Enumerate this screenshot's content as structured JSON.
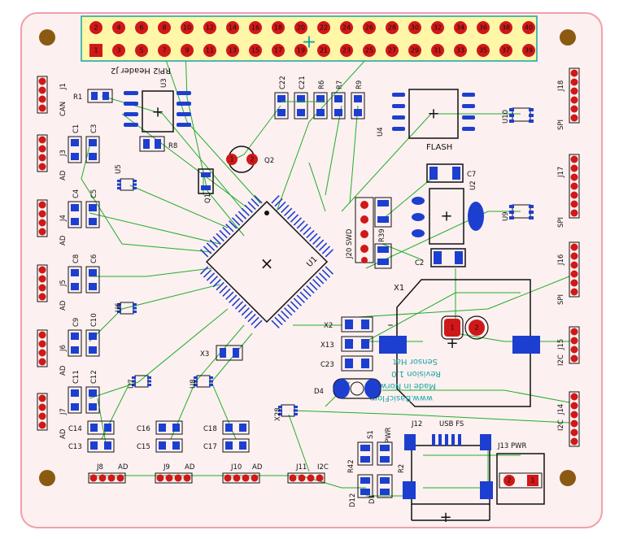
{
  "colors": {
    "board_fill": "#fdf0f0",
    "board_edge": "#f0a0a8",
    "header_fill": "#fff6a8",
    "header_edge": "#13a5a5",
    "pad_red": "#d01818",
    "pad_blue": "#1d3fcf",
    "pad_dark": "#222222",
    "hole": "#8a5a12",
    "trace": "#1fae2a",
    "silk": "#111111",
    "cyan_text": "#1aa6a6"
  },
  "header": {
    "label": "RPi2 Header  J2",
    "top_pins": [
      "2",
      "4",
      "6",
      "8",
      "10",
      "12",
      "14",
      "16",
      "18",
      "20",
      "22",
      "24",
      "26",
      "28",
      "30",
      "32",
      "34",
      "36",
      "38",
      "40"
    ],
    "bottom_pins": [
      "1",
      "3",
      "5",
      "7",
      "9",
      "11",
      "13",
      "15",
      "17",
      "19",
      "21",
      "23",
      "25",
      "27",
      "29",
      "31",
      "33",
      "35",
      "37",
      "39"
    ]
  },
  "labels": {
    "u3": "U3",
    "r8": "R8",
    "r1": "R1",
    "c22": "C22",
    "c21": "C21",
    "r6": "R6",
    "r7": "R7",
    "r9": "R9",
    "u4": "U4",
    "flash": "FLASH",
    "u10": "U10",
    "q2": "Q2",
    "c7": "C7",
    "u2": "U2",
    "c2": "C2",
    "u9": "U9",
    "u1": "U1",
    "q1": "Q1",
    "j20": "J20 SWD",
    "r39": "R39",
    "x1": "X1",
    "x2": "X2",
    "x13": "X13",
    "c23": "C23",
    "d4": "D4",
    "x3": "X3",
    "u5": "U5",
    "u6": "U6",
    "u7": "U7",
    "u8": "U8",
    "x28": "X28",
    "j1": "J1",
    "can": "CAN",
    "j3": "J3",
    "j4": "J4",
    "j5": "J5",
    "j6": "J6",
    "j7": "J7",
    "ad": "AD",
    "c1": "C1",
    "c3": "C3",
    "c4": "C4",
    "c5": "C5",
    "c8": "C8",
    "c9": "C9",
    "c10": "C10",
    "c11": "C11",
    "c12": "C12",
    "c6": "C6",
    "c13": "C13",
    "c14": "C14",
    "c15": "C15",
    "c16": "C16",
    "c17": "C17",
    "c18": "C18",
    "j8": "J8",
    "j9": "J9",
    "j10": "J10",
    "j11": "J11",
    "i2c": "I2C",
    "j12": "J12",
    "usb": "USB FS",
    "j13": "J13 PWR",
    "s1": "S1",
    "pwr": "PWR",
    "r42": "R42",
    "r2": "R2",
    "d12": "D12",
    "d1": "D1",
    "j14": "J14",
    "j15": "J15",
    "j16": "J16",
    "j17": "J17",
    "j18": "J18",
    "spi": "SPI"
  },
  "info_text": [
    "Sensor Hat",
    "Revision 1.0",
    "Made in Norway",
    "www.BasicFlom"
  ],
  "pad_numbers": {
    "x1_left": "1",
    "x1_right": "2",
    "q2_left": "1",
    "q2_right": "2",
    "j13_left": "2",
    "j13_right": "1",
    "x1_minus": "–",
    "x1_plus": "+"
  }
}
